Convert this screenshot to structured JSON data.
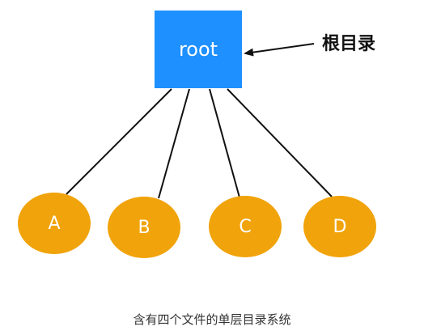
{
  "root": {
    "label": "root",
    "annotation": "根目录",
    "color": "#1e90ff"
  },
  "children": [
    {
      "label": "A"
    },
    {
      "label": "B"
    },
    {
      "label": "C"
    },
    {
      "label": "D"
    }
  ],
  "leaf_color": "#f0a30a",
  "caption": "含有四个文件的单层目录系统"
}
